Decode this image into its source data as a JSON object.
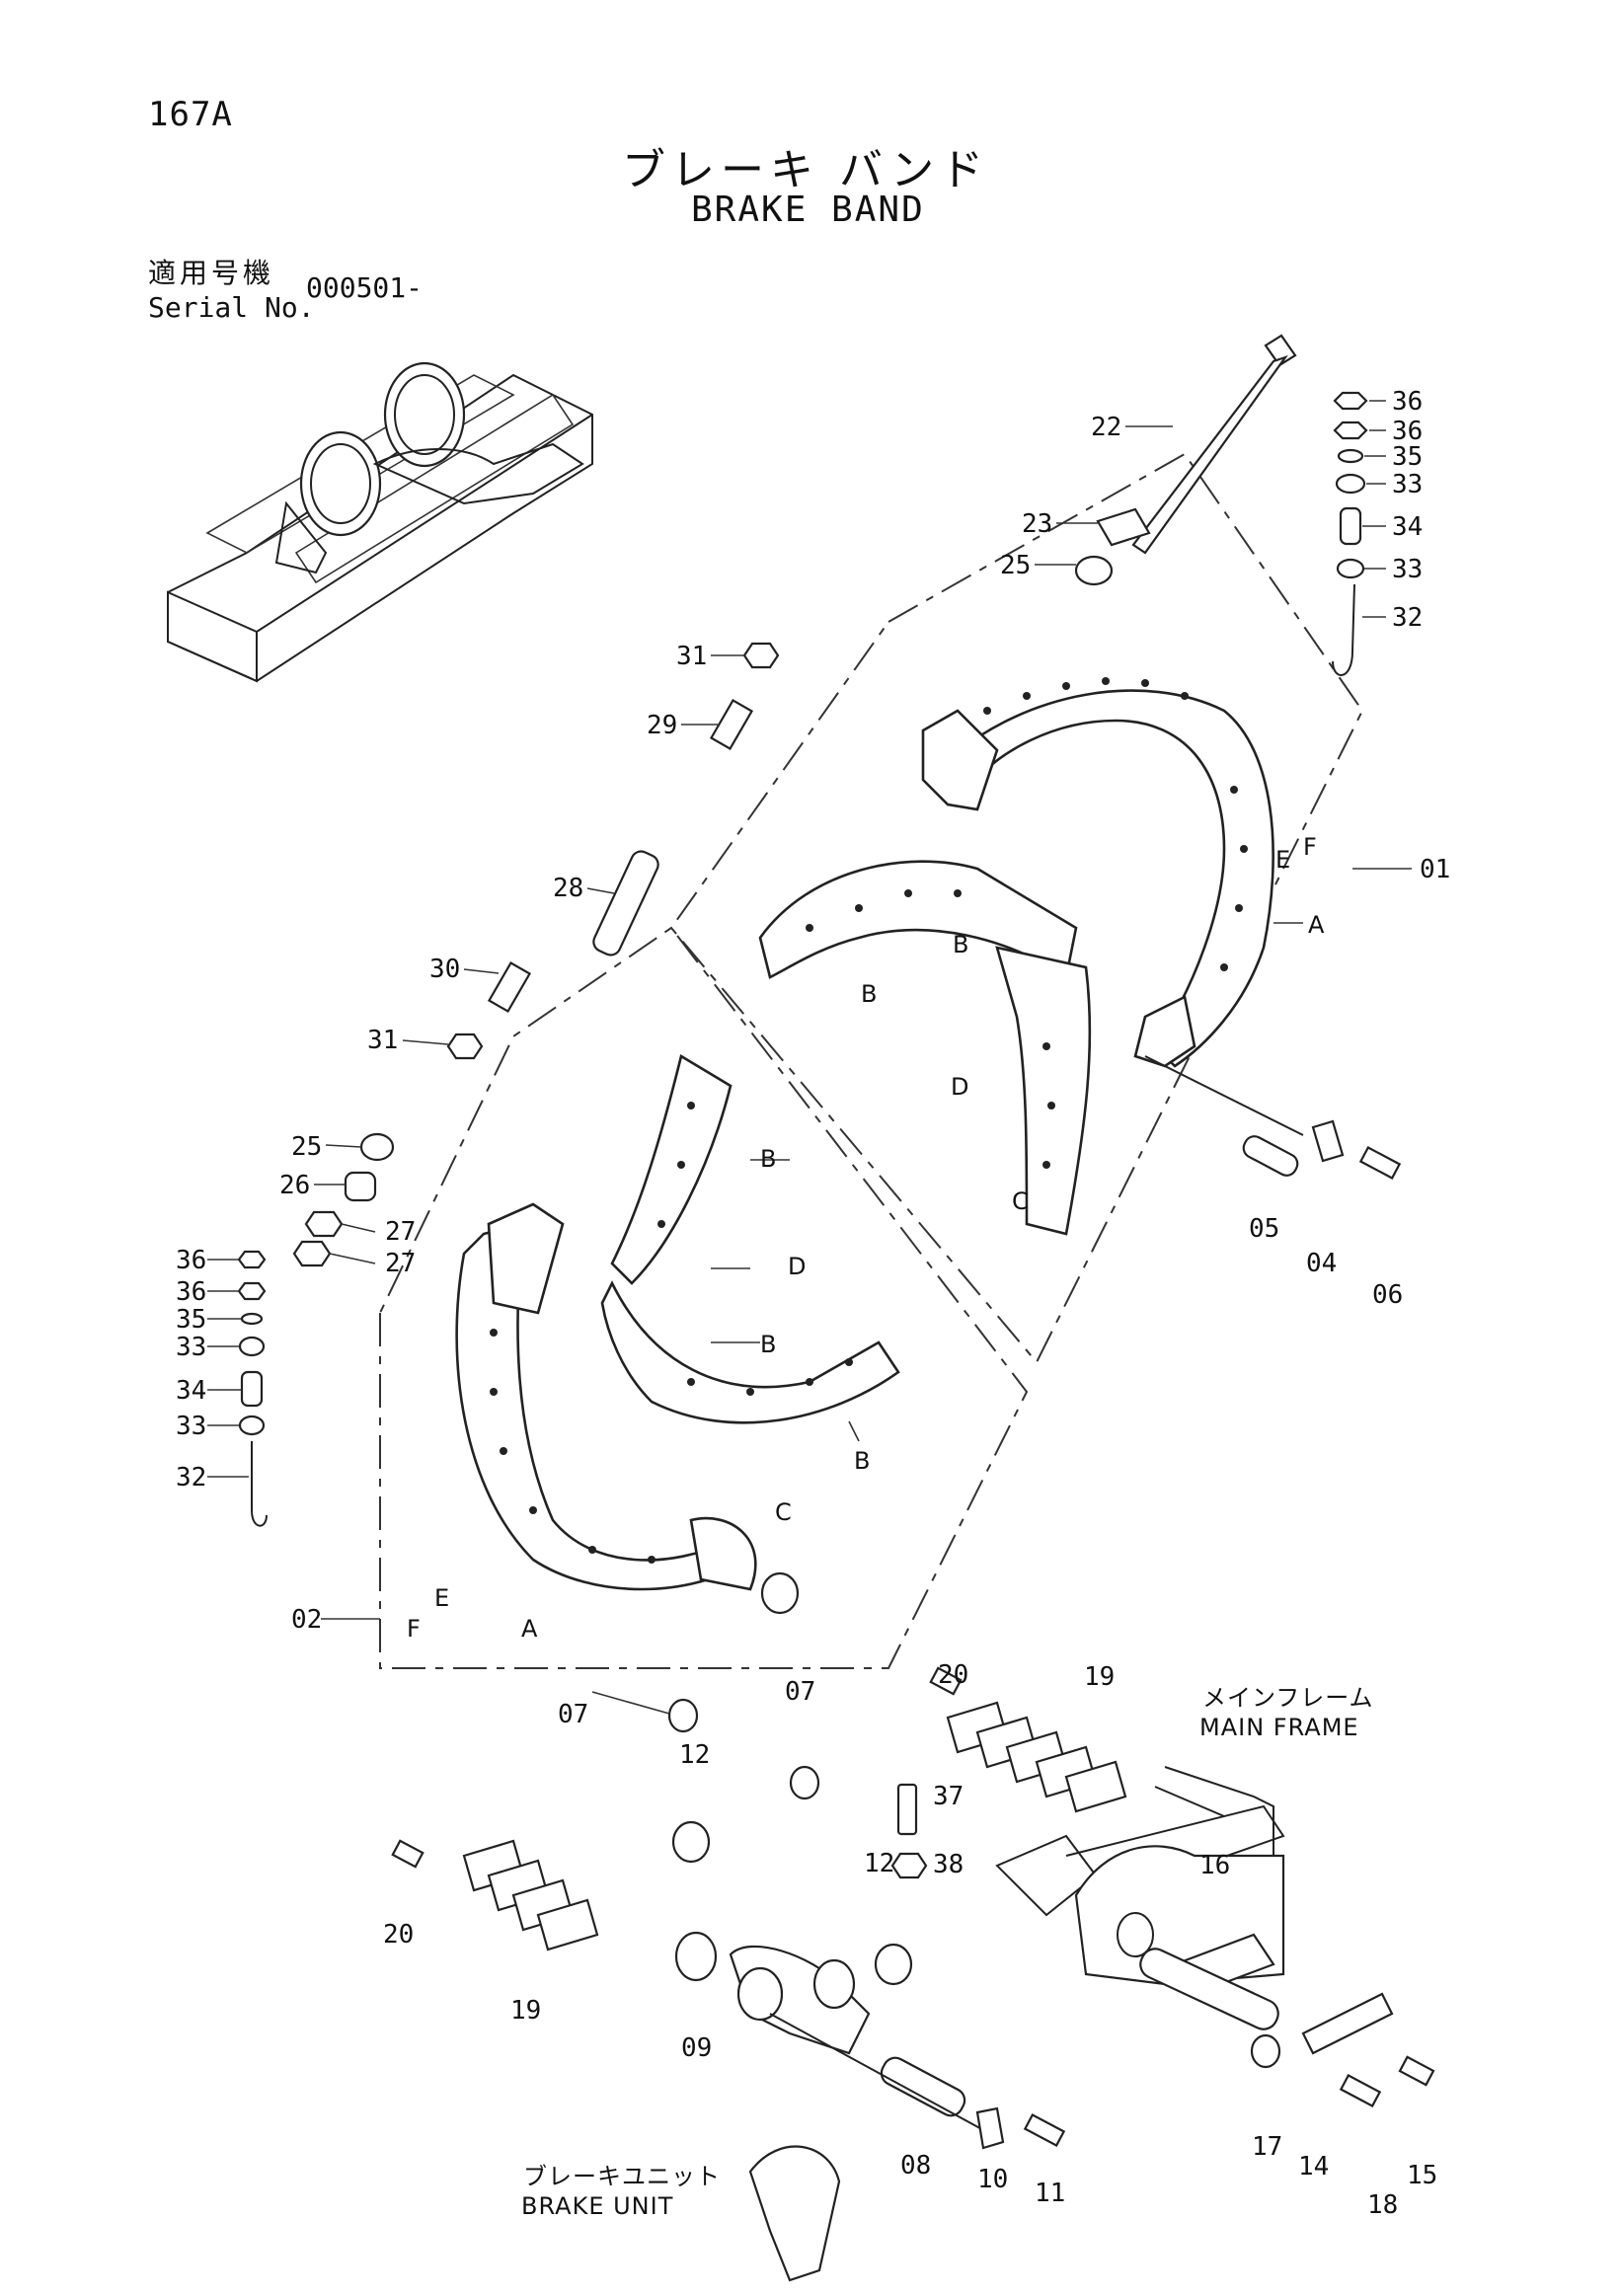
{
  "page_number": "167A",
  "title": {
    "ja": "ブレーキ バンド",
    "en": "BRAKE BAND"
  },
  "serial": {
    "label_ja": "適用号機",
    "label_en": "Serial No.",
    "value": "000501-"
  },
  "locations": {
    "main_frame_ja": "メインフレーム",
    "main_frame_en": "MAIN FRAME",
    "brake_unit_ja": "ブレーキユニット",
    "brake_unit_en": "BRAKE UNIT"
  },
  "callouts": {
    "c01": "01",
    "c02": "02",
    "c04": "04",
    "c05": "05",
    "c06": "06",
    "c07a": "07",
    "c07b": "07",
    "c08": "08",
    "c09": "09",
    "c10": "10",
    "c11": "11",
    "c12a": "12",
    "c12b": "12",
    "c14": "14",
    "c15": "15",
    "c16": "16",
    "c17": "17",
    "c18": "18",
    "c19a": "19",
    "c19b": "19",
    "c20a": "20",
    "c20b": "20",
    "c22": "22",
    "c23": "23",
    "c25a": "25",
    "c25b": "25",
    "c26": "26",
    "c27a": "27",
    "c27b": "27",
    "c28": "28",
    "c29": "29",
    "c30": "30",
    "c31a": "31",
    "c31b": "31",
    "c32a": "32",
    "c32b": "32",
    "c33a": "33",
    "c33b": "33",
    "c33c": "33",
    "c33d": "33",
    "c34a": "34",
    "c34b": "34",
    "c35a": "35",
    "c35b": "35",
    "c36a": "36",
    "c36b": "36",
    "c36c": "36",
    "c36d": "36",
    "c37": "37",
    "c38": "38"
  },
  "letters": {
    "A1": "A",
    "A2": "A",
    "B1": "B",
    "B2": "B",
    "B3": "B",
    "B4": "B",
    "B5": "B",
    "C1": "C",
    "C2": "C",
    "D1": "D",
    "D2": "D",
    "E1": "E",
    "E2": "E",
    "F1": "F",
    "F2": "F"
  }
}
